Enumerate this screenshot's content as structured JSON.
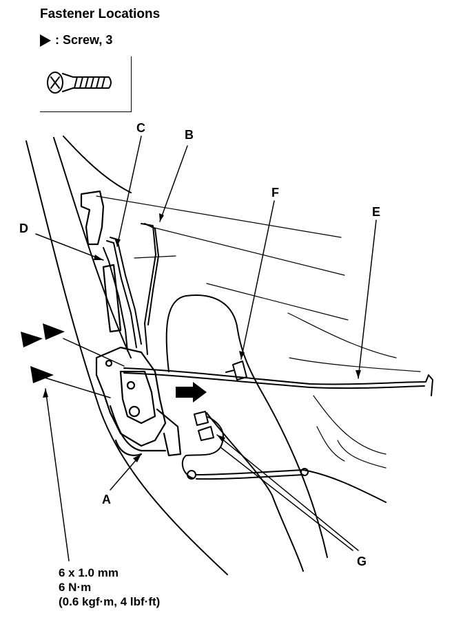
{
  "legend": {
    "title": "Fastener Locations",
    "screw_label": ": Screw, 3",
    "symbol": "filled-triangle-icon"
  },
  "callouts": {
    "A": "A",
    "B": "B",
    "C": "C",
    "D": "D",
    "E": "E",
    "F": "F",
    "G": "G"
  },
  "spec": {
    "size": "6 x 1.0 mm",
    "torque_nm": "6 N·m",
    "torque_alt": "(0.6 kgf·m, 4 lbf·ft)"
  },
  "colors": {
    "ink": "#000000",
    "paper": "#ffffff"
  }
}
